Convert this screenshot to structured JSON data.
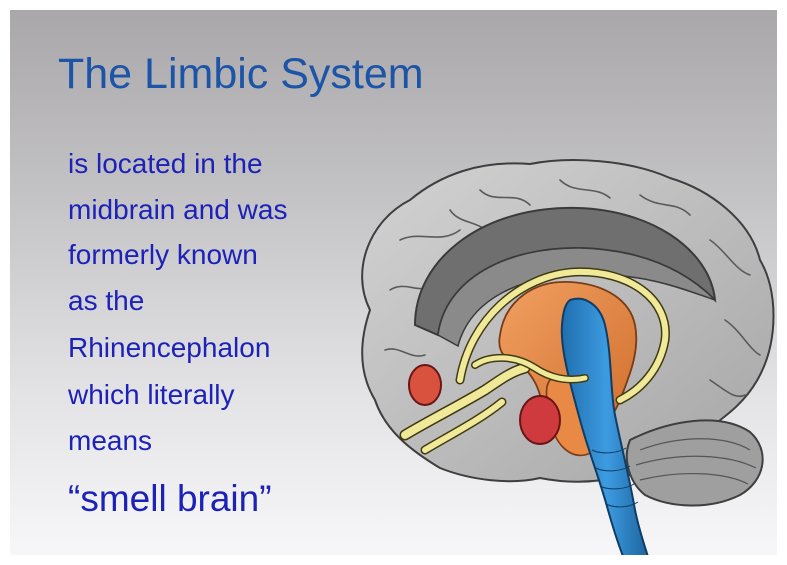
{
  "slide": {
    "title": "The Limbic System",
    "body_lines": [
      "is located in the",
      "midbrain and was",
      "formerly known",
      "as the",
      "Rhinencephalon",
      "which literally",
      "means"
    ],
    "emphasis": "“smell brain”"
  },
  "illustration": {
    "icon": "brain-sagittal-limbic-illustration",
    "colors": {
      "cortex": "#bdbdbd",
      "corpus_callosum": "#707070",
      "fornix": "#f1e99a",
      "cingulate": "#e48a44",
      "brainstem": "#2f86c9",
      "amygdala": "#cf3a3e"
    }
  }
}
